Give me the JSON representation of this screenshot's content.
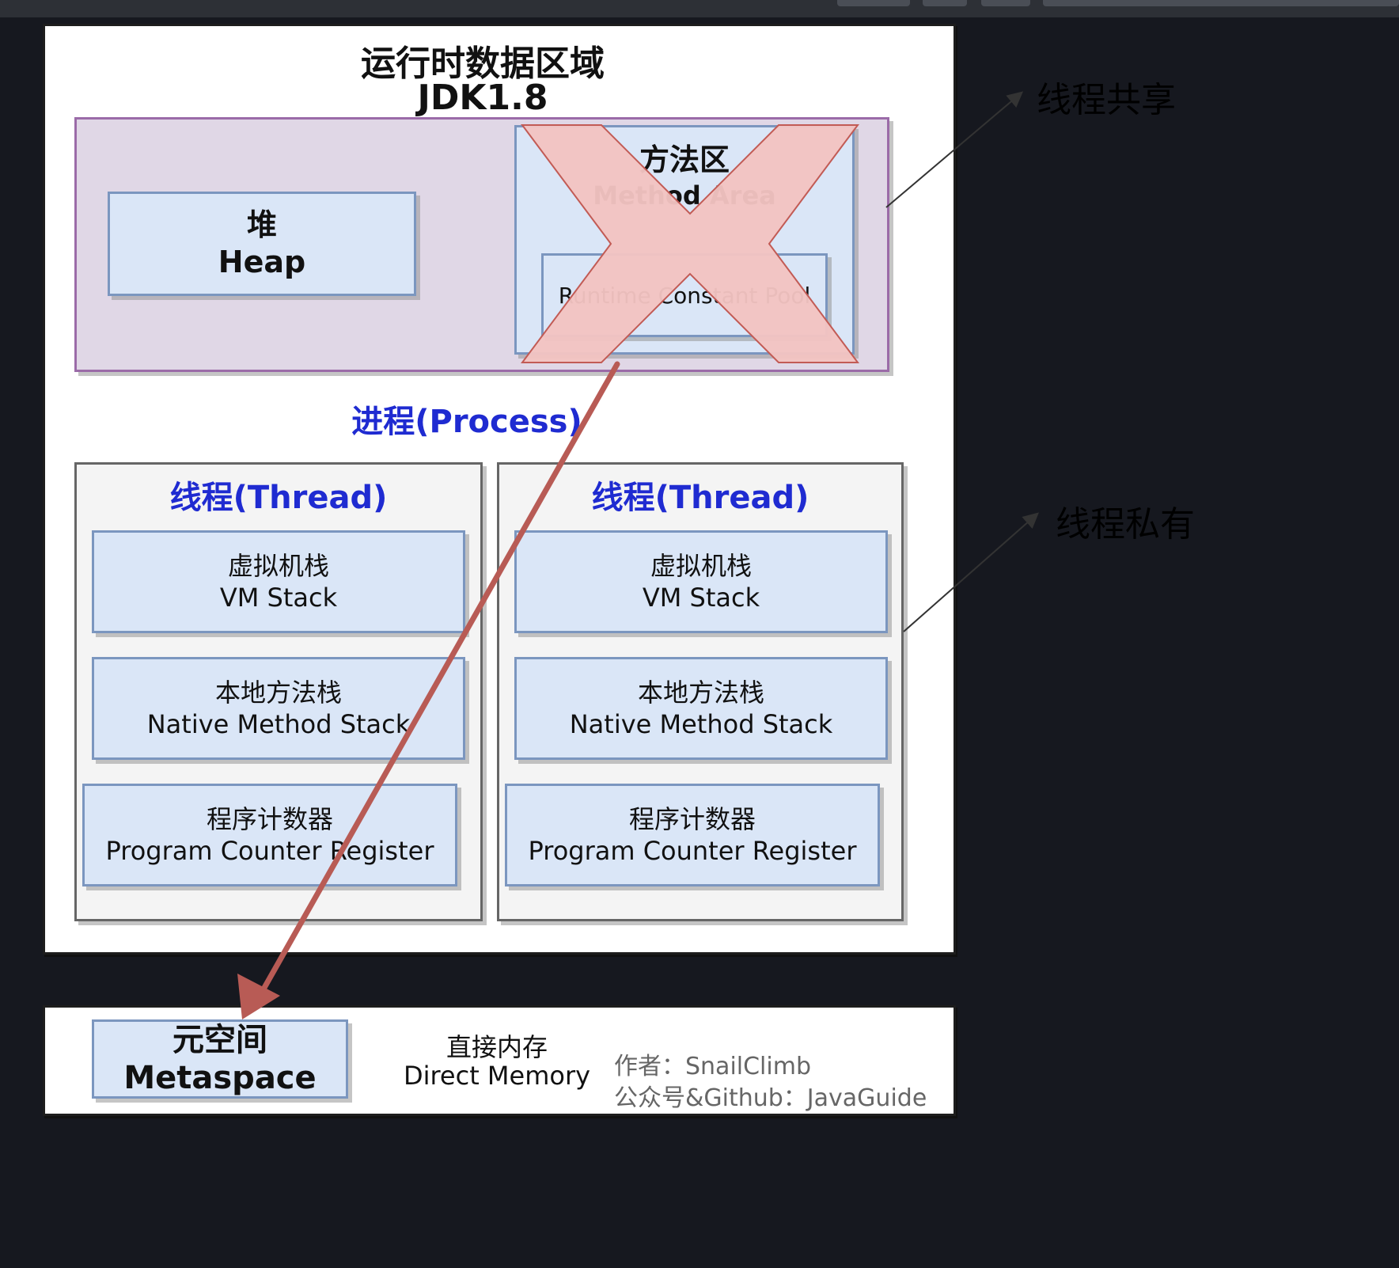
{
  "title": {
    "line1": "运行时数据区域",
    "line2": "JDK1.8"
  },
  "shared_area": {
    "heap": {
      "zh": "堆",
      "en": "Heap"
    },
    "method_area": {
      "zh": "方法区",
      "en": "Method Area",
      "inner": "Runtime Constant Pool"
    }
  },
  "process_label": "进程(Process)",
  "threads": [
    {
      "label": "线程(Thread)",
      "vm_stack": {
        "zh": "虚拟机栈",
        "en": "VM Stack"
      },
      "native_stack": {
        "zh": "本地方法栈",
        "en": "Native Method Stack"
      },
      "pc": {
        "zh": "程序计数器",
        "en": "Program Counter Register"
      }
    },
    {
      "label": "线程(Thread)",
      "vm_stack": {
        "zh": "虚拟机栈",
        "en": "VM Stack"
      },
      "native_stack": {
        "zh": "本地方法栈",
        "en": "Native Method Stack"
      },
      "pc": {
        "zh": "程序计数器",
        "en": "Program Counter Register"
      }
    }
  ],
  "side_labels": {
    "shared": "线程共享",
    "private": "线程私有"
  },
  "direct_memory": {
    "metaspace": {
      "zh": "元空间",
      "en": "Metaspace"
    },
    "zh": "直接内存",
    "en": "Direct Memory"
  },
  "credits": {
    "author": "作者：SnailClimb",
    "account": "公众号&Github：JavaGuide"
  }
}
